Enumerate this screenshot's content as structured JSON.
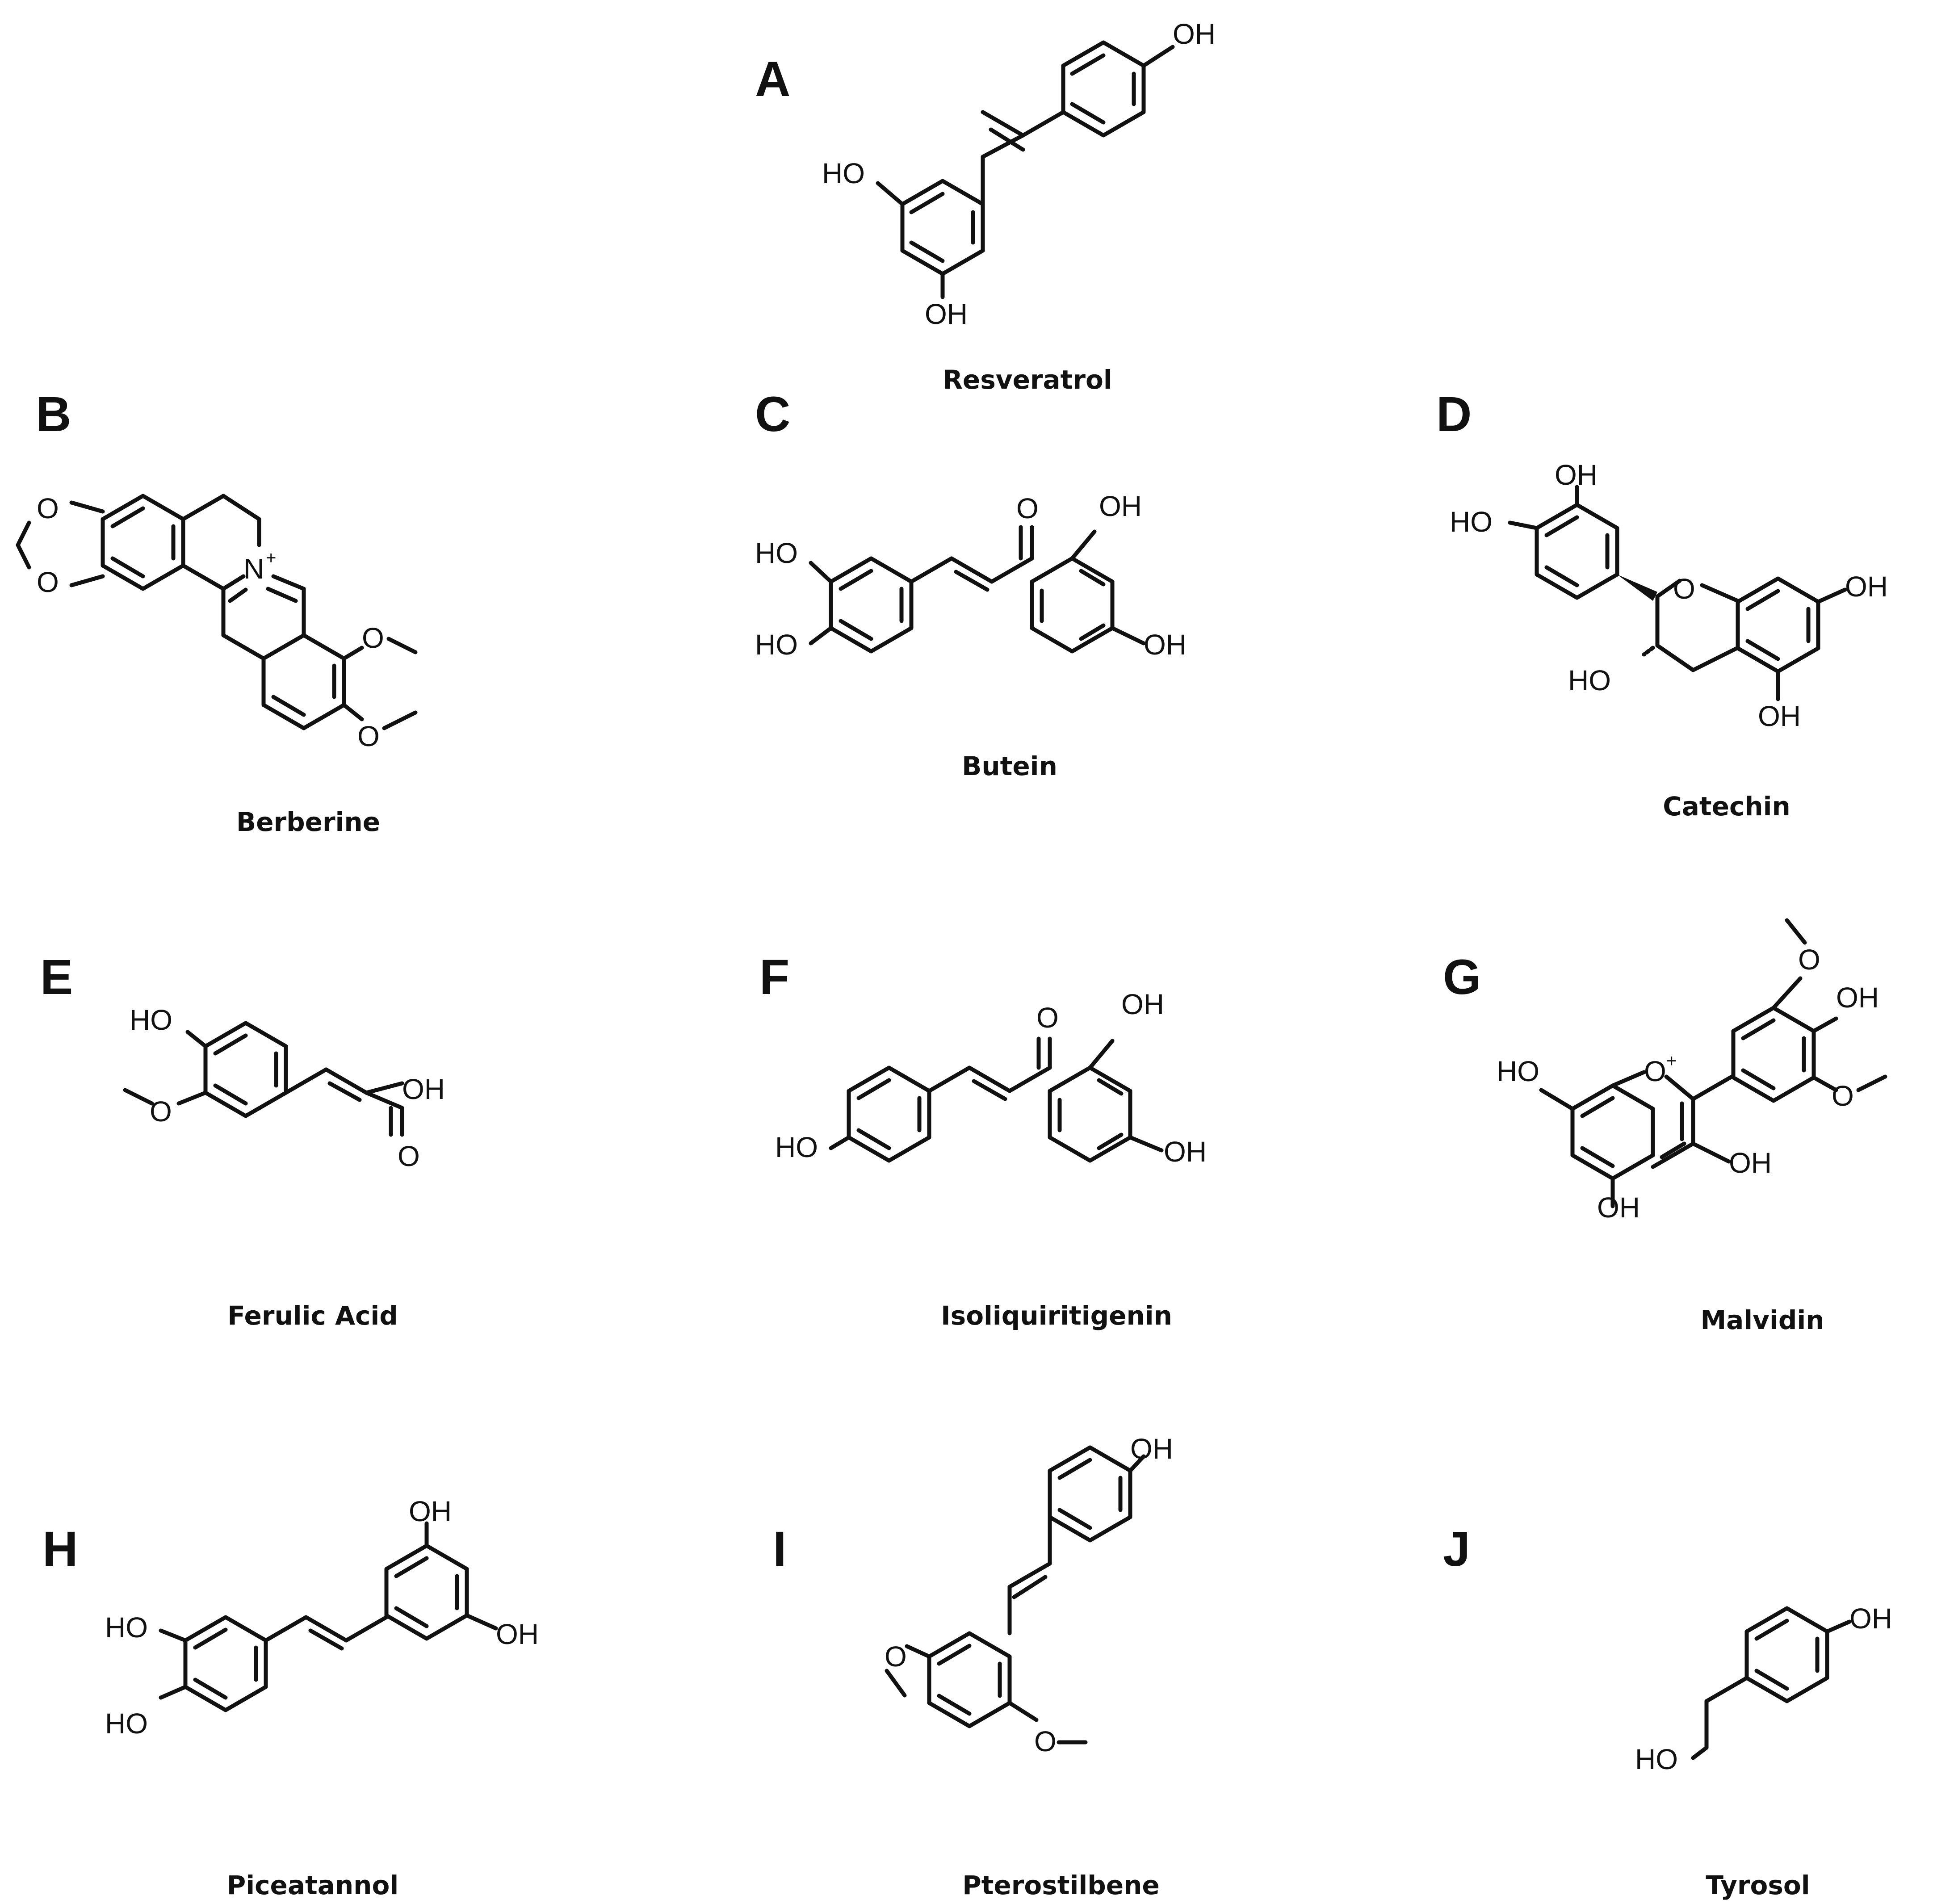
{
  "figure": {
    "panels": [
      {
        "letter": "A",
        "name": "Resveratrol"
      },
      {
        "letter": "B",
        "name": "Berberine"
      },
      {
        "letter": "C",
        "name": "Butein"
      },
      {
        "letter": "D",
        "name": "Catechin"
      },
      {
        "letter": "E",
        "name": "Ferulic Acid"
      },
      {
        "letter": "F",
        "name": "Isoliquiritigenin"
      },
      {
        "letter": "G",
        "name": "Malvidin"
      },
      {
        "letter": "H",
        "name": "Piceatannol"
      },
      {
        "letter": "I",
        "name": "Pterostilbene"
      },
      {
        "letter": "J",
        "name": "Tyrosol"
      }
    ]
  },
  "atoms": {
    "oh": "OH",
    "ho": "HO",
    "o": "O",
    "n": "N",
    "plus": "+"
  }
}
